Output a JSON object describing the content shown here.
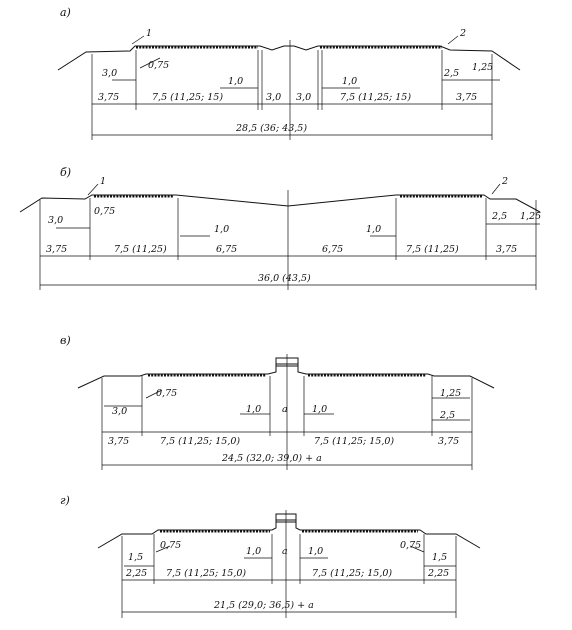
{
  "a": {
    "tag": "a)",
    "marks": [
      "1",
      "2"
    ],
    "labels": {
      "l1": "3,0",
      "l2": "0,75",
      "l3": "1,0",
      "l4": "1,0",
      "l5": "2,5",
      "l6": "1,25",
      "d1": "3,75",
      "d2": "7,5 (11,25; 15)",
      "d3": "3,0",
      "d4": "3,0",
      "d5": "7,5 (11,25; 15)",
      "d6": "3,75",
      "total": "28,5 (36; 43,5)"
    }
  },
  "b": {
    "tag": "б)",
    "marks": [
      "1",
      "2"
    ],
    "labels": {
      "l1": "3,0",
      "l2": "0,75",
      "l3": "1,0",
      "l4": "1,0",
      "l5": "2,5",
      "l6": "1,25",
      "d1": "3,75",
      "d2": "7,5 (11,25)",
      "d3": "6,75",
      "d4": "6,75",
      "d5": "7,5 (11,25)",
      "d6": "3,75",
      "total": "36,0 (43,5)"
    }
  },
  "v": {
    "tag": "в)",
    "labels": {
      "l1": "3,0",
      "l2": "0,75",
      "l3": "1,0",
      "l4": "a",
      "l5": "1,0",
      "l6": "1,25",
      "l7": "2,5",
      "d1": "3,75",
      "d2": "7,5 (11,25; 15,0)",
      "d3": "7,5 (11,25; 15,0)",
      "d4": "3,75",
      "total": "24,5 (32,0; 39,0) + a"
    }
  },
  "g": {
    "tag": "г)",
    "labels": {
      "l1": "1,5",
      "l2": "0,75",
      "l3": "1,0",
      "l4": "a",
      "l5": "1,0",
      "l6": "0,75",
      "l7": "1,5",
      "d1": "2,25",
      "d2": "7,5 (11,25; 15,0)",
      "d3": "7,5 (11,25; 15,0)",
      "d4": "2,25",
      "total": "21,5 (29,0; 36,5) + a"
    }
  }
}
